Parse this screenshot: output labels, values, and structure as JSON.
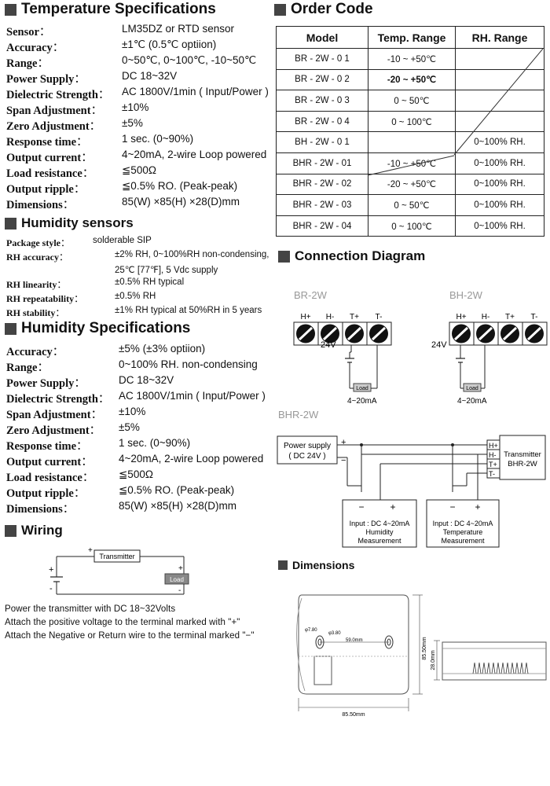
{
  "temperature_specifications": {
    "title": "Temperature  Specifications",
    "rows": [
      {
        "label": "Sensor",
        "value": "LM35DZ  or  RTD  sensor"
      },
      {
        "label": "Accuracy",
        "value": "±1℃  (0.5℃  optiion)"
      },
      {
        "label": "Range",
        "value": "0~50℃, 0~100℃, -10~50℃"
      },
      {
        "label": "Power Supply",
        "value": "DC 18~32V"
      },
      {
        "label": "Dielectric Strength",
        "value": "AC 1800V/1min ( Input/Power )"
      },
      {
        "label": "Span Adjustment",
        "value": "±10%"
      },
      {
        "label": "Zero Adjustment",
        "value": "±5%"
      },
      {
        "label": "Response time",
        "value": "1 sec. (0~90%)"
      },
      {
        "label": "Output current",
        "value": "4~20mA, 2-wire Loop powered"
      },
      {
        "label": "Load resistance",
        "value": "≦500Ω"
      },
      {
        "label": "Output ripple",
        "value": "≦0.5% RO. (Peak-peak)"
      },
      {
        "label": "Dimensions",
        "value": "85(W) ×85(H) ×28(D)mm"
      }
    ]
  },
  "humidity_sensors": {
    "title": "Humidity  sensors",
    "rows": [
      {
        "label": "Package style",
        "value": "solderable SIP"
      },
      {
        "label": "RH  accuracy",
        "value": "±2% RH, 0~100%RH  non-condensing,"
      },
      {
        "label": "",
        "value": "25℃ [77℉], 5 Vdc supply"
      },
      {
        "label": "RH  linearity",
        "value": "±0.5% RH typical"
      },
      {
        "label": "RH  repeatability",
        "value": "±0.5% RH"
      },
      {
        "label": "RH  stability",
        "value": "±1% RH typical at 50%RH in 5 years"
      }
    ]
  },
  "humidity_specifications": {
    "title": "Humidity  Specifications",
    "rows": [
      {
        "label": "Accuracy",
        "value": "±5%  (±3%  optiion)"
      },
      {
        "label": "Range",
        "value": "0~100% RH. non-condensing"
      },
      {
        "label": "Power Supply",
        "value": "DC 18~32V"
      },
      {
        "label": "Dielectric Strength",
        "value": "AC 1800V/1min ( Input/Power )"
      },
      {
        "label": "Span Adjustment",
        "value": "±10%"
      },
      {
        "label": "Zero Adjustment",
        "value": "±5%"
      },
      {
        "label": "Response time",
        "value": "1 sec. (0~90%)"
      },
      {
        "label": "Output current",
        "value": "4~20mA, 2-wire Loop powered"
      },
      {
        "label": "Load resistance",
        "value": "≦500Ω"
      },
      {
        "label": "Output ripple",
        "value": "≦0.5% RO. (Peak-peak)"
      },
      {
        "label": "Dimensions",
        "value": "85(W) ×85(H) ×28(D)mm"
      }
    ]
  },
  "wiring": {
    "title": "Wiring",
    "transmitter_label": "Transmitter",
    "load_label": "Load",
    "plus": "+",
    "minus": "-",
    "lines": [
      "Power the transmitter with DC 18~32Volts",
      "Attach the positive voltage to the terminal marked with \"+\"",
      "Attach the Negative or Return wire to the terminal marked \"−\""
    ]
  },
  "order_code": {
    "title": "Order  Code",
    "headers": [
      "Model",
      "Temp. Range",
      "RH. Range"
    ],
    "rows": [
      [
        "BR - 2W - 0 1",
        "-10 ~ +50℃",
        ""
      ],
      [
        "BR - 2W - 0 2",
        "-20 ~ +50℃",
        ""
      ],
      [
        "BR - 2W - 0 3",
        "0 ~ 50℃",
        ""
      ],
      [
        "BR - 2W - 0 4",
        "0 ~ 100℃",
        ""
      ],
      [
        "BH - 2W - 0 1",
        "",
        "0~100% RH."
      ],
      [
        "BHR - 2W - 01",
        "-10 ~ +50℃",
        "0~100% RH."
      ],
      [
        "BHR - 2W - 02",
        "-20 ~ +50℃",
        "0~100% RH."
      ],
      [
        "BHR - 2W - 03",
        "0 ~ 50℃",
        "0~100% RH."
      ],
      [
        "BHR - 2W - 04",
        "0 ~ 100℃",
        "0~100% RH."
      ]
    ]
  },
  "connection_diagram": {
    "title": "Connection  Diagram",
    "br_label": "BR-2W",
    "bh_label": "BH-2W",
    "bhr_label": "BHR-2W",
    "terminals": [
      "H+",
      "H-",
      "T+",
      "T-"
    ],
    "voltage": "24V",
    "load": "Load",
    "current": "4~20mA",
    "power_supply_line1": "Power supply",
    "power_supply_line2": "( DC 24V )",
    "transmitter_line1": "Transmitter",
    "transmitter_line2": "BHR-2W",
    "humidity_box": [
      "Input : DC 4~20mA",
      "Humidity",
      "Measurement"
    ],
    "temperature_box": [
      "Input : DC 4~20mA",
      "Temperature",
      "Measurement"
    ]
  },
  "dimensions": {
    "title": "Dimensions",
    "hole_dia": "φ7.80",
    "hole_small": "φ3.80",
    "hole_spacing": "59.0mm",
    "height": "85.50mm",
    "width": "85.50mm",
    "depth": "28.0mm"
  }
}
